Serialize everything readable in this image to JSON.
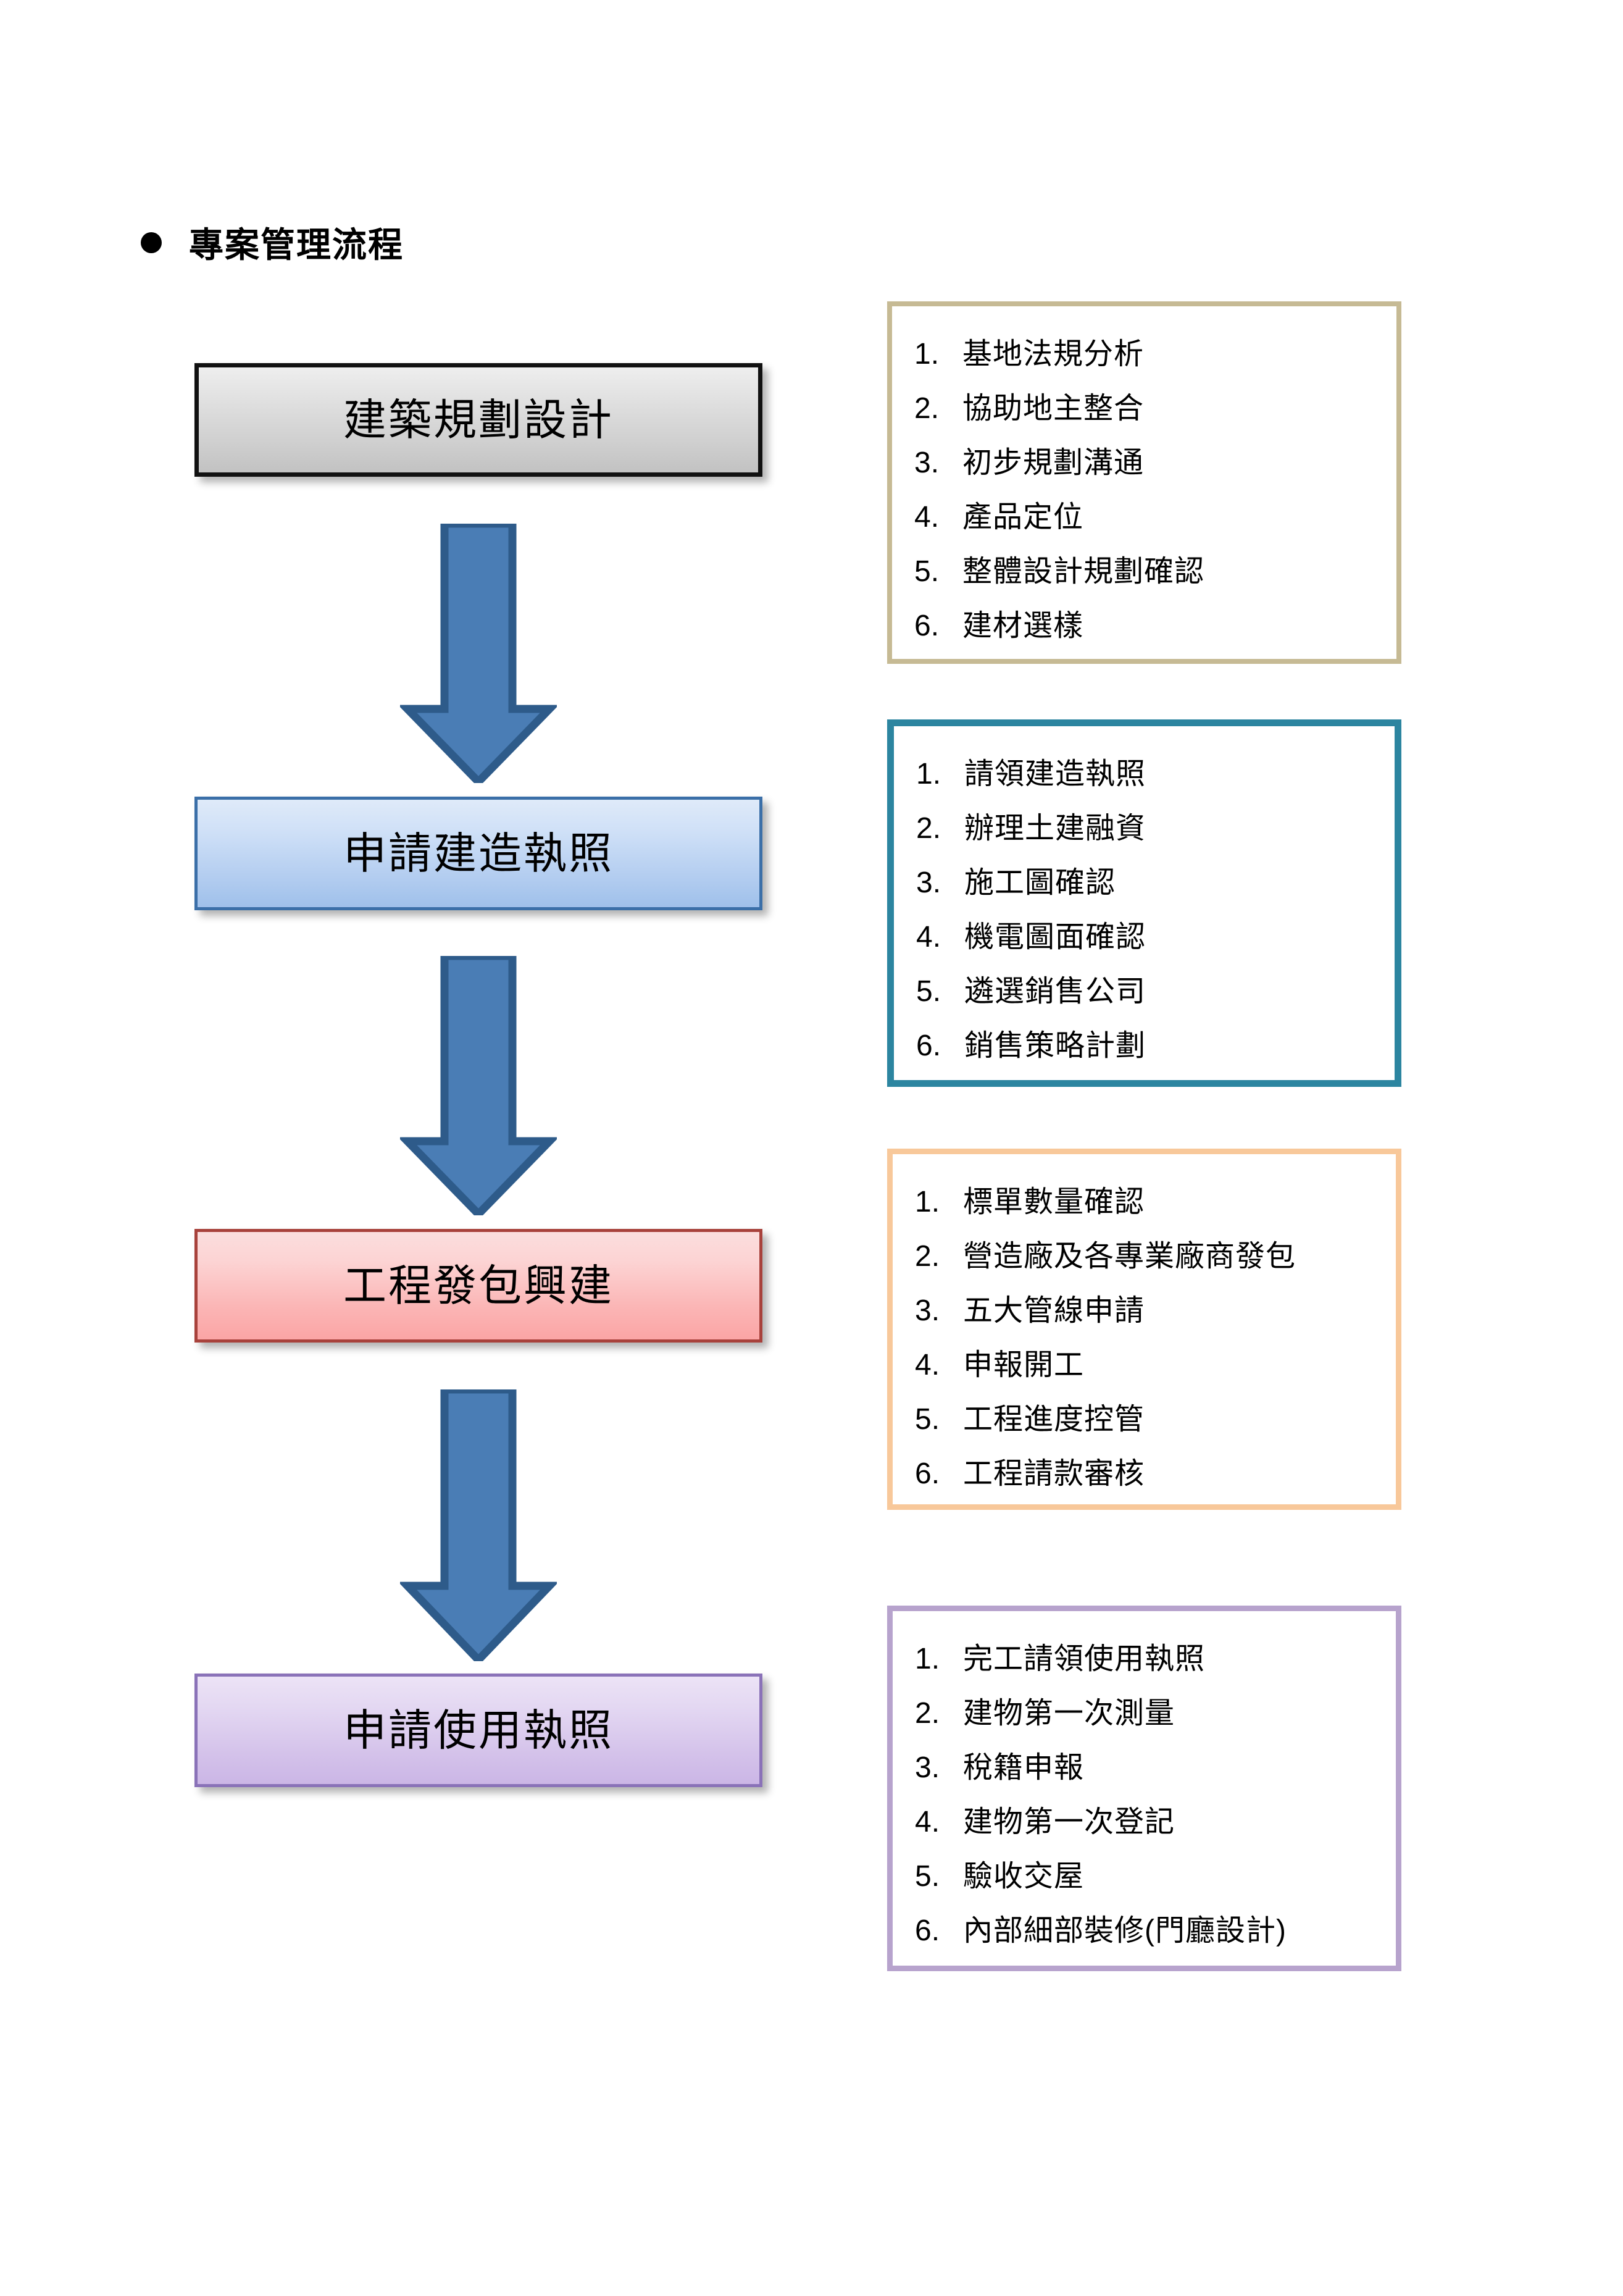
{
  "heading": {
    "bullet_icon": "bullet-dot-icon",
    "text": "專案管理流程"
  },
  "flow": {
    "arrow_icon": "down-arrow-icon",
    "arrow_fill": "#4a7db5",
    "arrow_outline": "#2e5b8a",
    "steps": [
      {
        "label": "建築規劃設計",
        "accent": "#111111"
      },
      {
        "label": "申請建造執照",
        "accent": "#3b6fa8"
      },
      {
        "label": "工程發包興建",
        "accent": "#a8423c"
      },
      {
        "label": "申請使用執照",
        "accent": "#8a72b8"
      }
    ]
  },
  "detail_lists": [
    {
      "border_color": "#c6ba94",
      "items": [
        {
          "num": "1.",
          "text": "基地法規分析"
        },
        {
          "num": "2.",
          "text": "協助地主整合"
        },
        {
          "num": "3.",
          "text": "初步規劃溝通"
        },
        {
          "num": "4.",
          "text": "產品定位"
        },
        {
          "num": "5.",
          "text": "整體設計規劃確認"
        },
        {
          "num": "6.",
          "text": "建材選樣"
        }
      ]
    },
    {
      "border_color": "#2c85a0",
      "items": [
        {
          "num": "1.",
          "text": "請領建造執照"
        },
        {
          "num": "2.",
          "text": "辦理土建融資"
        },
        {
          "num": "3.",
          "text": "施工圖確認"
        },
        {
          "num": "4.",
          "text": "機電圖面確認"
        },
        {
          "num": "5.",
          "text": "遴選銷售公司"
        },
        {
          "num": "6.",
          "text": "銷售策略計劃"
        }
      ]
    },
    {
      "border_color": "#f8c89a",
      "items": [
        {
          "num": "1.",
          "text": "標單數量確認"
        },
        {
          "num": "2.",
          "text": "營造廠及各專業廠商發包"
        },
        {
          "num": "3.",
          "text": "五大管線申請"
        },
        {
          "num": "4.",
          "text": "申報開工"
        },
        {
          "num": "5.",
          "text": "工程進度控管"
        },
        {
          "num": "6.",
          "text": "工程請款審核"
        }
      ]
    },
    {
      "border_color": "#b7a3cd",
      "items": [
        {
          "num": "1.",
          "text": "完工請領使用執照"
        },
        {
          "num": "2.",
          "text": "建物第一次測量"
        },
        {
          "num": "3.",
          "text": "稅籍申報"
        },
        {
          "num": "4.",
          "text": "建物第一次登記"
        },
        {
          "num": "5.",
          "text": "驗收交屋"
        },
        {
          "num": "6.",
          "text": "內部細部裝修(門廳設計)"
        }
      ]
    }
  ]
}
